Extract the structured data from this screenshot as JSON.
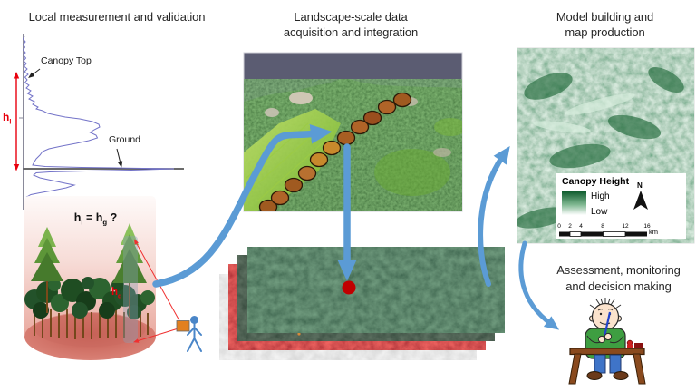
{
  "left_panel": {
    "title": "Local measurement and validation",
    "waveform": {
      "canopy_top_label": "Canopy Top",
      "ground_label": "Ground",
      "h_lidar": {
        "base": "h",
        "sub": "l"
      }
    },
    "equation": {
      "p1": "h",
      "s1": "l",
      "p2": "= h",
      "s2": "g",
      "p3": "?"
    },
    "h_ground": {
      "base": "h",
      "sub": "g"
    }
  },
  "middle_panel": {
    "title_line1": "Landscape-scale data",
    "title_line2": "acquisition and integration"
  },
  "right_panel": {
    "title_line1": "Model building and",
    "title_line2": "map production",
    "legend": {
      "title": "Canopy Height",
      "high": "High",
      "low": "Low",
      "north": "N",
      "scale_ticks": [
        "0",
        "2",
        "4",
        "8",
        "12",
        "16"
      ],
      "unit": "km"
    },
    "assessment_line1": "Assessment, monitoring",
    "assessment_line2": "and decision making"
  },
  "colors": {
    "flow_arrow_blue": "#5b9bd5",
    "measurement_red": "#e8000d",
    "sample_dot_red": "#c00000",
    "waveform_blue": "#7373c8",
    "cylinder_pink_top": "#fdf5f4",
    "cylinder_pink_bottom": "#e9a99f",
    "cylinder_base_red": "#cf6a5f",
    "canopy_dark_green": "#1f4d22",
    "pine_light_green": "#7cb34d",
    "sky_slate": "#5b5c72",
    "map_green": "#8fc49e",
    "legend_high_green": "#0f5c2e",
    "instrument_orange": "#e2801f",
    "desk_brown": "#8a4a1e",
    "sweater_green": "#3e9e41",
    "pants_blue": "#3f74c8"
  }
}
